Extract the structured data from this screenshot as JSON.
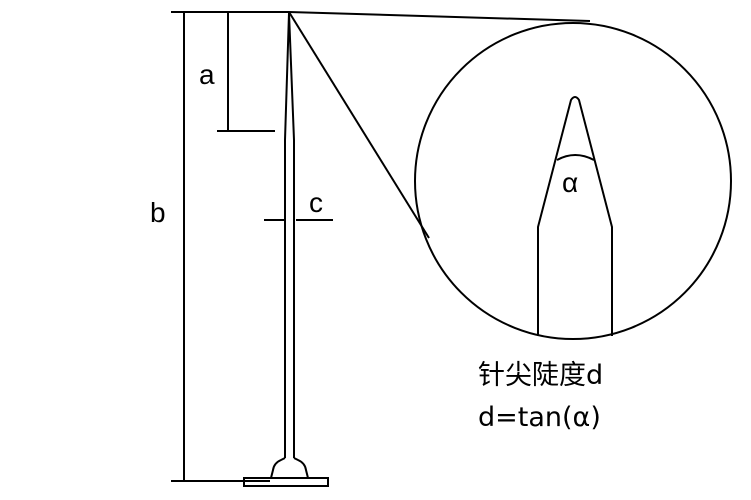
{
  "labels": {
    "a": "a",
    "b": "b",
    "c": "c",
    "alpha": "α"
  },
  "caption": {
    "line1": "针尖陡度d",
    "line2": "d=tan(α)"
  },
  "colors": {
    "ink": "#000000",
    "background": "#ffffff"
  }
}
